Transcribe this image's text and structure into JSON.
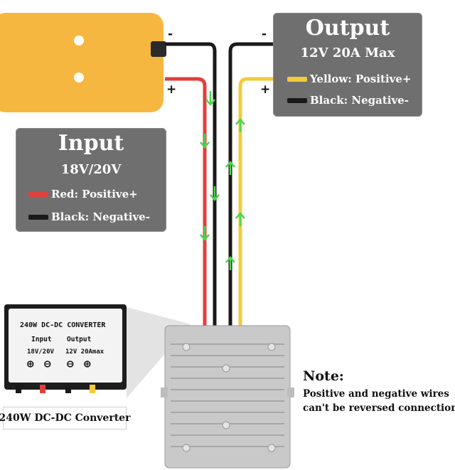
{
  "output": {
    "title": "Output",
    "spec": "12V 20A Max",
    "legend": [
      {
        "label": "Yellow: Positive+",
        "color": "#f3cb3a"
      },
      {
        "label": "Black: Negative-",
        "color": "#1a1a1a"
      }
    ]
  },
  "input": {
    "title": "Input",
    "spec": "18V/20V",
    "legend": [
      {
        "label": "Red: Positive+",
        "color": "#e0403c"
      },
      {
        "label": "Black: Negative-",
        "color": "#1a1a1a"
      }
    ]
  },
  "polarity": {
    "battery_minus": "-",
    "battery_plus": "+",
    "output_minus": "-",
    "output_plus": "+"
  },
  "label_plate": {
    "title": "240W DC-DC CONVERTER",
    "input_label": "Input",
    "output_label": "Output",
    "input_spec": "18V/20V",
    "output_spec": "12V 20Amax",
    "terminal_plus": "⊕",
    "terminal_minus": "⊖"
  },
  "converter_caption": "240W DC-DC Converter",
  "note": {
    "title": "Note:",
    "line1": "Positive and negative wires",
    "line2": "can't be reversed connection"
  },
  "colors": {
    "battery": "#f6b741",
    "panel": "#6f6f6f",
    "red_wire": "#e0403c",
    "yellow_wire": "#f3cb3a",
    "black_wire": "#1a1a1a",
    "arrow": "#4fd64f",
    "converter": "#c9c9c9"
  }
}
